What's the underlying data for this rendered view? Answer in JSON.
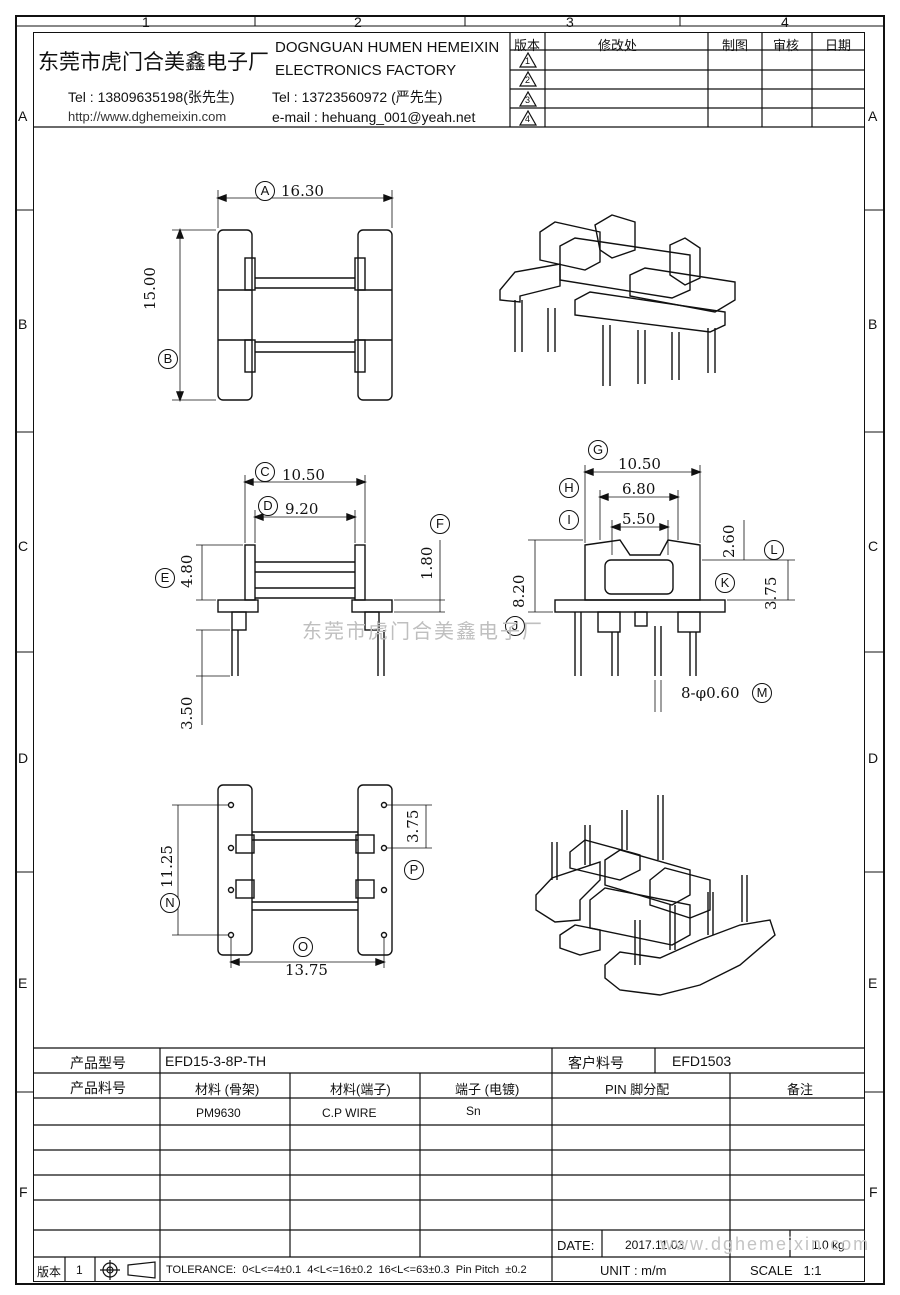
{
  "grid": {
    "columns": [
      "1",
      "2",
      "3",
      "4"
    ],
    "rows": [
      "A",
      "B",
      "C",
      "D",
      "E",
      "F"
    ]
  },
  "company": {
    "name_cn": "东莞市虎门合美鑫电子厂",
    "name_en_1": "DOGNGUAN HUMEN HEMEIXIN",
    "name_en_2": "ELECTRONICS FACTORY",
    "tel1": "Tel : 13809635198(张先生)",
    "tel2": "Tel : 13723560972 (严先生)",
    "website": "http://www.dghemeixin.com",
    "email": "e-mail : hehuang_001@yeah.net"
  },
  "revision_table": {
    "headers": [
      "版本",
      "修改处",
      "制图",
      "审核",
      "日期"
    ],
    "rows": [
      "1",
      "2",
      "3",
      "4"
    ]
  },
  "dimensions": {
    "A": "A",
    "A_val": "16.30",
    "B": "B",
    "B_val": "15.00",
    "C": "C",
    "C_val": "10.50",
    "D": "D",
    "D_val": "9.20",
    "E": "E",
    "E_val": "4.80",
    "F": "F",
    "F_val": "1.80",
    "pin_len": "3.50",
    "G": "G",
    "G_val": "10.50",
    "H": "H",
    "H_val": "6.80",
    "I": "I",
    "I_val": "5.50",
    "J": "J",
    "J_val": "8.20",
    "K": "K",
    "K_val": "3.75",
    "L": "L",
    "L_val": "2.60",
    "M": "M",
    "M_val": "8-φ0.60",
    "N": "N",
    "N_val": "11.25",
    "O": "O",
    "O_val": "13.75",
    "P": "P",
    "P_val": "3.75"
  },
  "watermark": "东莞市虎门合美鑫电子厂",
  "watermark2": "www.dghemeixin.com",
  "title_block": {
    "model_label": "产品型号",
    "model_value": "EFD15-3-8P-TH",
    "customer_label": "客户料号",
    "customer_value": "EFD1503",
    "part_label": "产品料号",
    "material_bobbin_label": "材料 (骨架)",
    "material_pin_label": "材料(端子)",
    "plating_label": "端子 (电镀)",
    "pin_label": "PIN 脚分配",
    "remark_label": "备注",
    "material_bobbin": "PM9630",
    "material_pin": "C.P WIRE",
    "plating": "Sn",
    "date_label": "DATE:",
    "date_value": "2017.11.03",
    "weight_value": "1.0 kg",
    "revision_label": "版本",
    "revision_value": "1",
    "tolerance": "TOLERANCE:  0<L<=4±0.1  4<L<=16±0.2  16<L<=63±0.3  Pin Pitch  ±0.2",
    "unit": "UNIT : m/m",
    "scale": "SCALE   1:1"
  }
}
